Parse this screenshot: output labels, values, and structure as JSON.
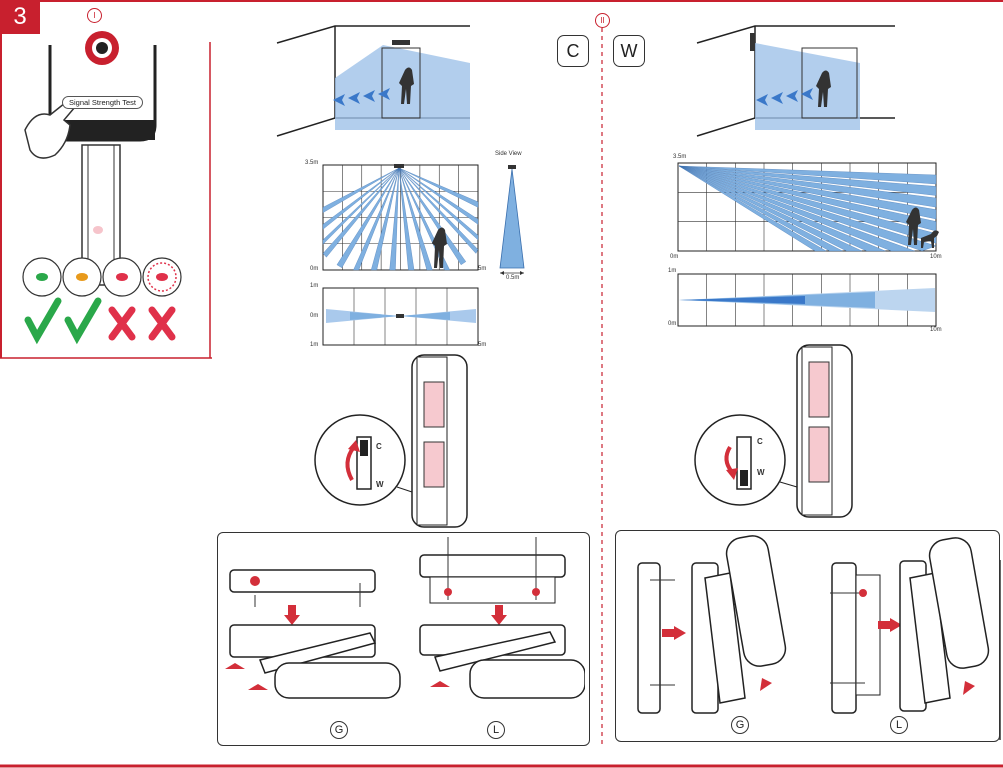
{
  "step": "3",
  "section_one_marker": "I",
  "section_two_marker": "II",
  "signal_button_label": "Signal Strength Test",
  "indicators": [
    {
      "color": "#2aa84a",
      "verdict": "ok"
    },
    {
      "color": "#e89a1c",
      "verdict": "ok"
    },
    {
      "color": "#e0314a",
      "verdict": "fail"
    },
    {
      "color": "#e0314a",
      "verdict": "fail-flashing"
    }
  ],
  "colors": {
    "accent": "#c8202e",
    "beam": "#7fb0e0",
    "beam_light": "#bcd5ef",
    "check": "#2aa84a",
    "cross": "#e0314a"
  },
  "curtain_mode": {
    "mode_label": "C",
    "front_view": {
      "top": "3.5m",
      "bottom": "0m",
      "right": "5m"
    },
    "side_view": {
      "title": "Side View",
      "width": "0.5m"
    },
    "top_view": {
      "top": "1m",
      "middle": "0m",
      "bottom": "1m",
      "right": "5m"
    },
    "switch_labels": {
      "c": "C",
      "w": "W"
    },
    "mount_options": [
      "G",
      "L"
    ]
  },
  "wall_mode": {
    "mode_label": "W",
    "side_view": {
      "top": "3.5m",
      "bottom": "0m",
      "right": "10m"
    },
    "top_view": {
      "top": "1m",
      "bottom": "0m",
      "right": "10m"
    },
    "switch_labels": {
      "c": "C",
      "w": "W"
    },
    "mount_options": [
      "G",
      "L"
    ]
  }
}
